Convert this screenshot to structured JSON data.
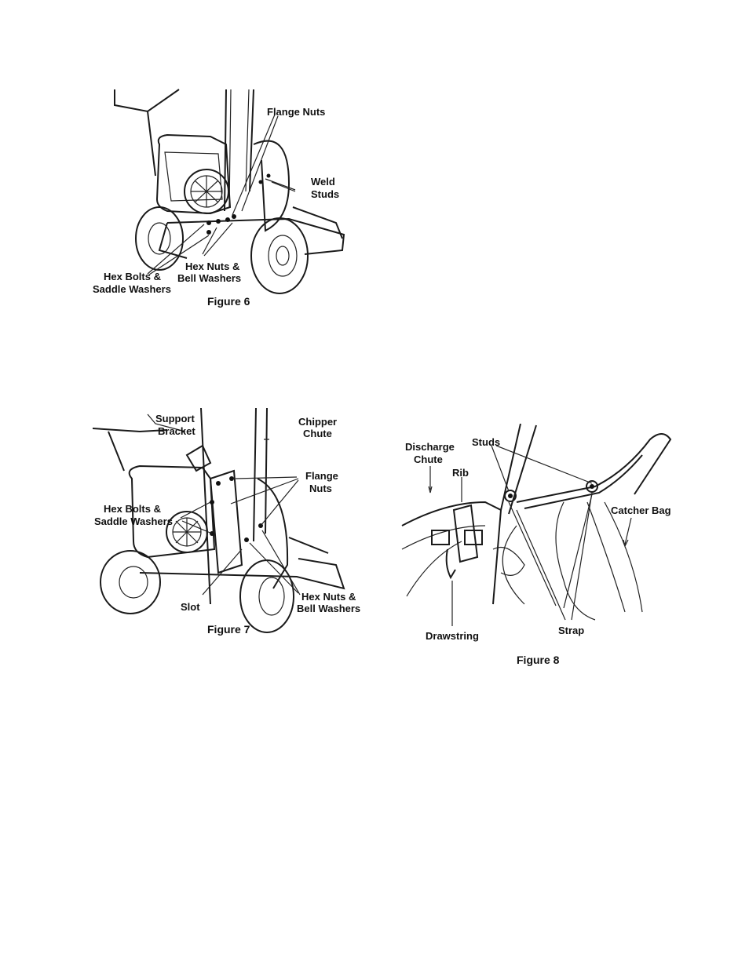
{
  "figures": [
    {
      "id": "figure-6",
      "caption": "Figure 6",
      "labels": {
        "flange_nuts": "Flange Nuts",
        "weld_studs_line1": "Weld",
        "weld_studs_line2": "Studs",
        "hex_nuts_line1": "Hex Nuts &",
        "hex_nuts_line2": "Bell Washers",
        "hex_bolts_line1": "Hex Bolts &",
        "hex_bolts_line2": "Saddle Washers"
      }
    },
    {
      "id": "figure-7",
      "caption": "Figure 7",
      "labels": {
        "support_line1": "Support",
        "support_line2": "Bracket",
        "chipper_line1": "Chipper",
        "chipper_line2": "Chute",
        "flange_line1": "Flange",
        "flange_line2": "Nuts",
        "hex_bolts_line1": "Hex Bolts &",
        "hex_bolts_line2": "Saddle Washers",
        "slot": "Slot",
        "hex_nuts_line1": "Hex Nuts &",
        "hex_nuts_line2": "Bell Washers"
      }
    },
    {
      "id": "figure-8",
      "caption": "Figure 8",
      "labels": {
        "discharge_line1": "Discharge",
        "discharge_line2": "Chute",
        "studs": "Studs",
        "rib": "Rib",
        "catcher_bag": "Catcher Bag",
        "drawstring": "Drawstring",
        "strap": "Strap"
      }
    }
  ]
}
